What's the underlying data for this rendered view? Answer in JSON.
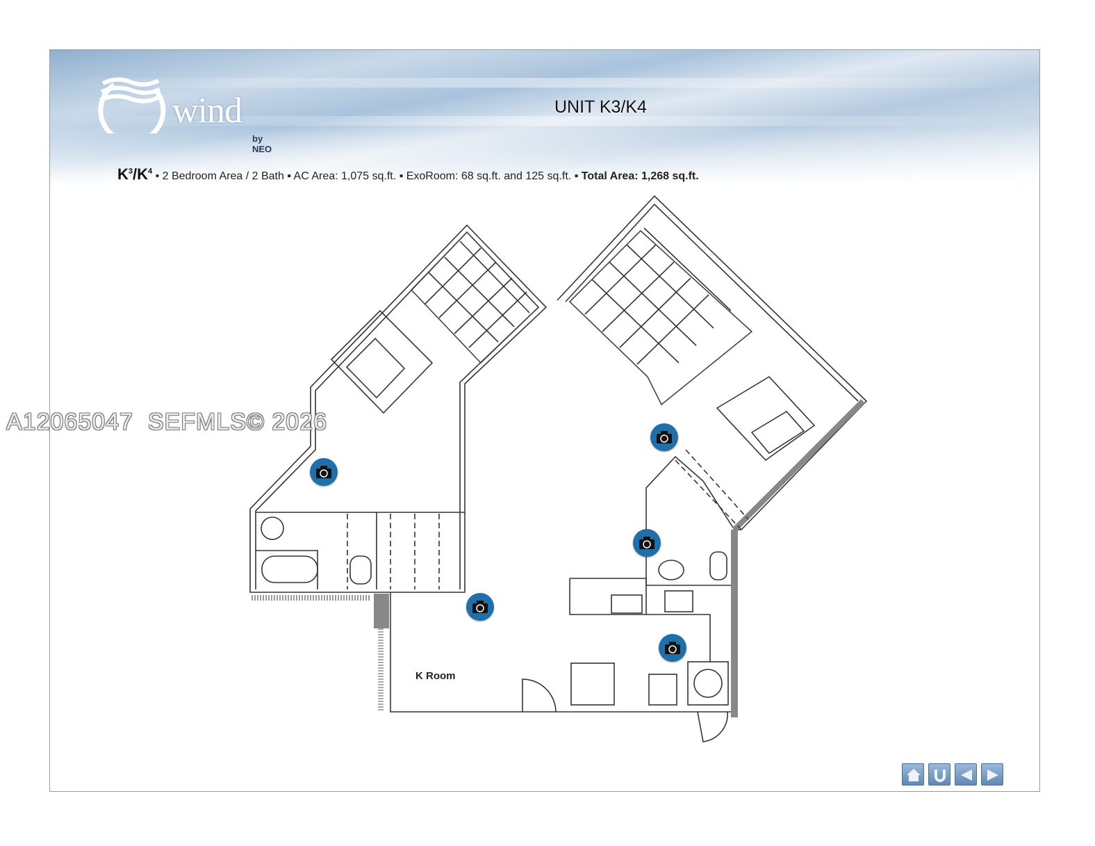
{
  "brand": {
    "wordmark": "wind",
    "submark": "by NEO"
  },
  "header": {
    "title": "UNIT K3/K4"
  },
  "spec": {
    "code": "K",
    "sup1": "3",
    "slash": "/K",
    "sup2": "4",
    "details": " • 2 Bedroom Area / 2 Bath ▪ AC Area: 1,075 sq.ft.  ▪ ExoRoom: 68 sq.ft. and 125 sq.ft. ▪ ",
    "total": "Total Area: 1,268 sq.ft."
  },
  "plan": {
    "room_label": "K Room"
  },
  "cameras": [
    "camera-icon",
    "camera-icon",
    "camera-icon",
    "camera-icon",
    "camera-icon"
  ],
  "nav": {
    "icons": [
      "home-icon",
      "return-icon",
      "previous-icon",
      "next-icon"
    ]
  },
  "watermark": "A12065047  SEFMLS© 2026",
  "colors": {
    "camera": "#1f6fa8",
    "nav": "#6f95bf",
    "banner": "#a9c3dc"
  }
}
